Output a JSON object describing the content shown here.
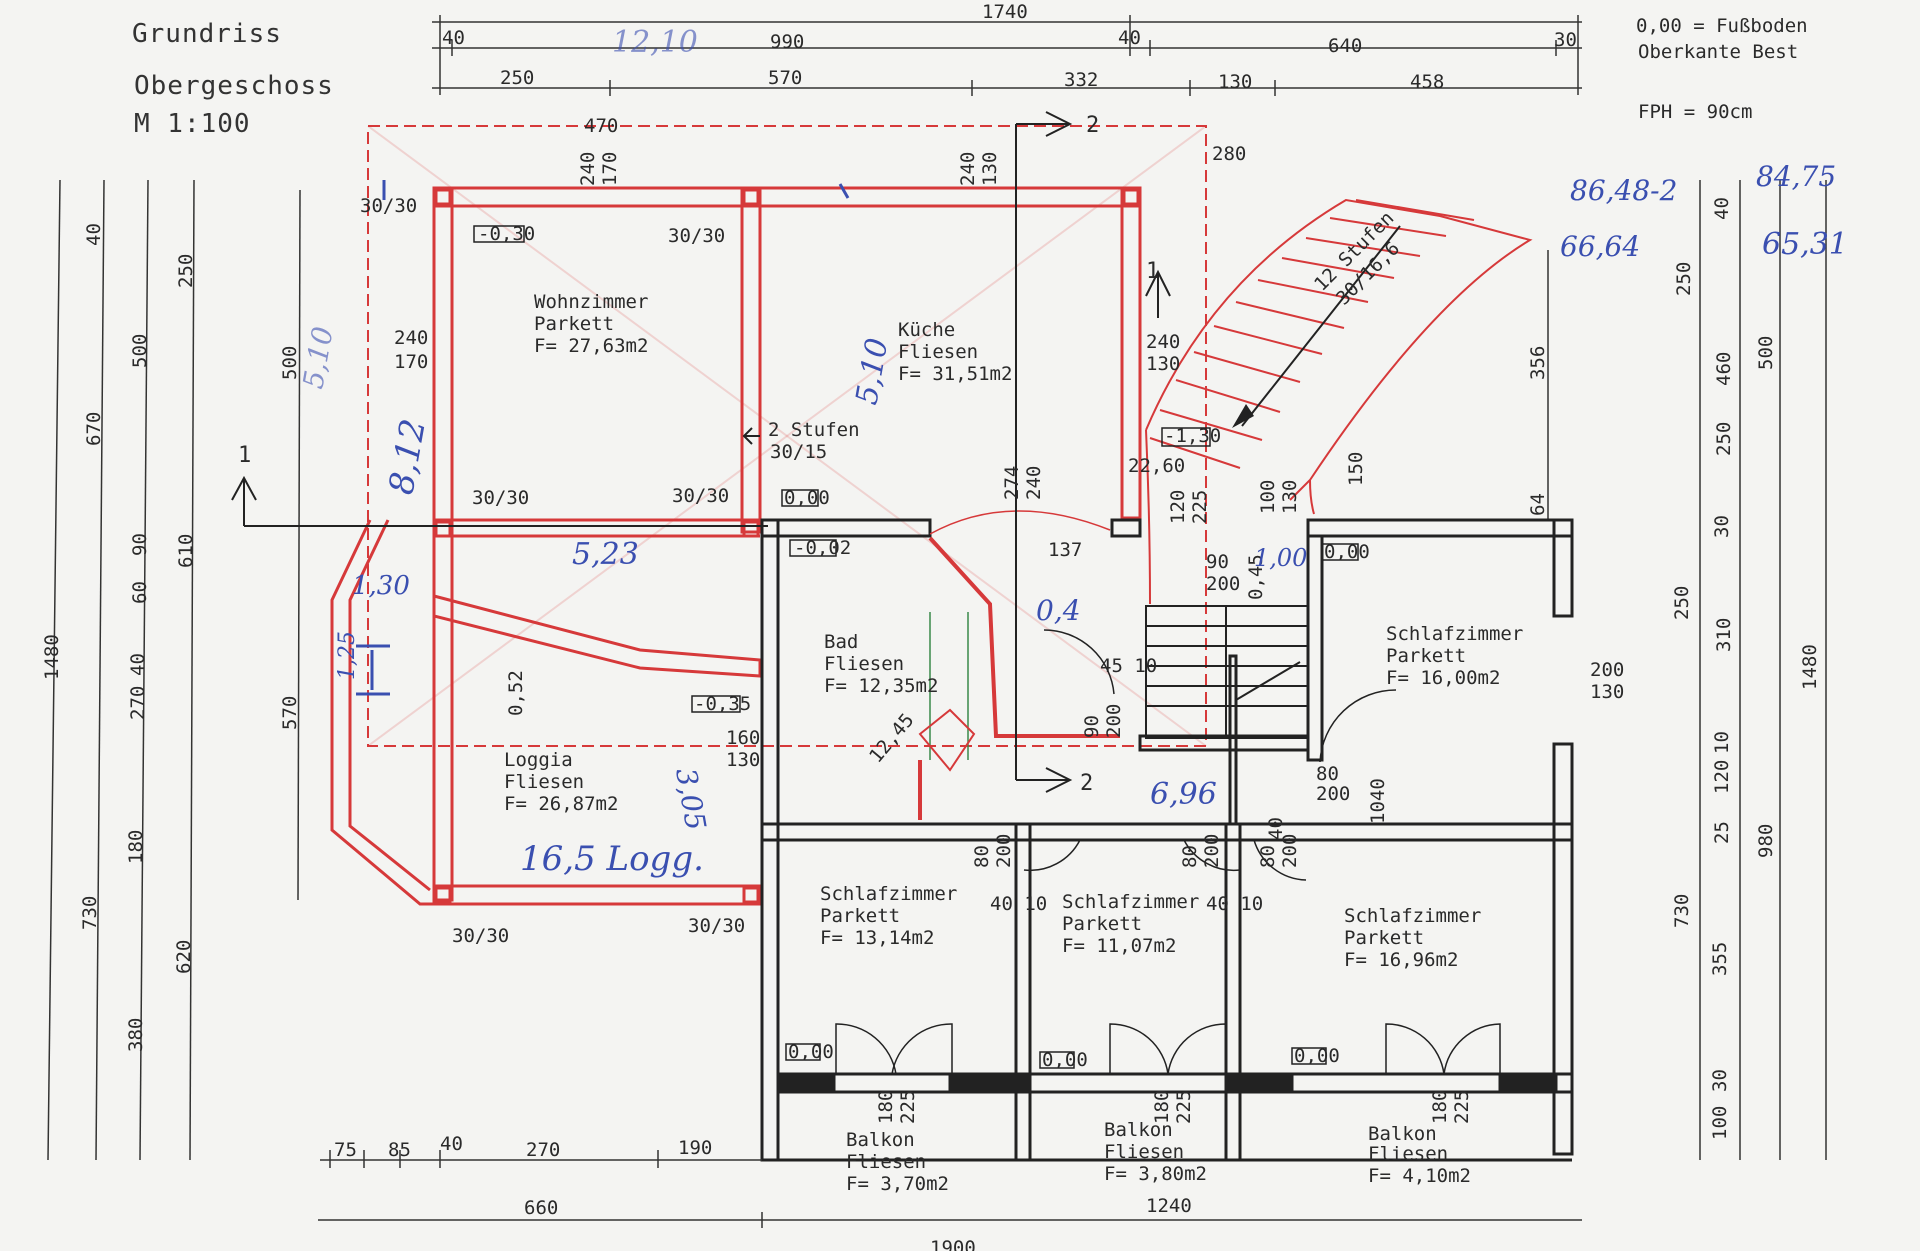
{
  "header": {
    "title": "Grundriss",
    "subtitle": "Obergeschoss",
    "scale": "M 1:100"
  },
  "legend": {
    "line1": "0,00 = Fußboden",
    "line2": "Oberkante Best",
    "fph": "FPH = 90cm"
  },
  "colors": {
    "wall": "#222222",
    "plan_red": "#d6393a",
    "handwriting": "#3a4fb0"
  },
  "dims_top": {
    "total": "1740",
    "row1": [
      "40",
      "990",
      "40",
      "640",
      "30"
    ],
    "row2": [
      "250",
      "570",
      "332",
      "130",
      "458"
    ],
    "d470": "470",
    "d280": "280"
  },
  "dims_bottom": {
    "row1": [
      "75",
      "85",
      "40",
      "270",
      "190"
    ],
    "row2": [
      "660",
      "1240"
    ],
    "total": "1900"
  },
  "dims_left": {
    "total": "1480",
    "col1": [
      "40",
      "670",
      "730"
    ],
    "col2": [
      "500",
      "90",
      "60",
      "40",
      "270",
      "180",
      "380"
    ],
    "col3": [
      "250",
      "610",
      "620"
    ],
    "col4": [
      "500",
      "570"
    ]
  },
  "dims_right": {
    "total": "1480",
    "col1": [
      "356",
      "64",
      "150"
    ],
    "col2": [
      "250",
      "250",
      "730"
    ],
    "col3": [
      "40",
      "460",
      "250",
      "30",
      "310",
      "10",
      "120",
      "25",
      "355",
      "30",
      "100"
    ],
    "col4": [
      "500",
      "980"
    ]
  },
  "rooms": [
    {
      "name": "Wohnzimmer",
      "floor": "Parkett",
      "area": "F= 27,63m2"
    },
    {
      "name": "Küche",
      "floor": "Fliesen",
      "area": "F= 31,51m2"
    },
    {
      "name": "Bad",
      "floor": "Fliesen",
      "area": "F= 12,35m2"
    },
    {
      "name": "Loggia",
      "floor": "Fliesen",
      "area": "F= 26,87m2"
    },
    {
      "name": "Schlafzimmer",
      "floor": "Parkett",
      "area": "F= 16,00m2"
    },
    {
      "name": "Schlafzimmer",
      "floor": "Parkett",
      "area": "F= 13,14m2"
    },
    {
      "name": "Schlafzimmer",
      "floor": "Parkett",
      "area": "F= 11,07m2"
    },
    {
      "name": "Schlafzimmer",
      "floor": "Parkett",
      "area": "F= 16,96m2"
    },
    {
      "name": "Balkon",
      "floor": "Fliesen",
      "area": "F= 3,70m2"
    },
    {
      "name": "Balkon",
      "floor": "Fliesen",
      "area": "F= 3,80m2"
    },
    {
      "name": "Balkon",
      "floor": "Fliesen",
      "area": "F= 4,10m2"
    }
  ],
  "levels": {
    "wohn": "-0,30",
    "kueche": "0,00",
    "bad": "-0,02",
    "loggia": "-0,35",
    "stair": "-1,30",
    "schlaf": "0,00",
    "balkon1": "0,00",
    "balkon2": "0,00",
    "balkon3": "0,00"
  },
  "labels": {
    "section1": "1",
    "section2": "2",
    "stufen": "2 Stufen",
    "stufen_dim": "30/15",
    "stair": "12 Stufen",
    "stair_dim": "30/16,6",
    "col": "30/30",
    "w240": "240",
    "w170": "170",
    "w130": "130",
    "w274": "274",
    "w137": "137",
    "w2260": "22,60",
    "w120": "120",
    "w225": "225",
    "w100": "100",
    "w90": "90",
    "w200": "200",
    "w045": "0,45",
    "w4510": "45 10",
    "w4010": "40 10",
    "w80": "80",
    "w1040": "1040",
    "w40": "40",
    "w160": "160",
    "w1245": "12,45",
    "w052": "0,52",
    "w180": "180",
    "w200b": "200",
    "w130b": "130"
  },
  "handwriting": {
    "h1": "12,10",
    "h2": "5,10",
    "h3": "8,12",
    "h4": "5,10",
    "h5": "5,23",
    "h6": "1,30",
    "h7": "1,25",
    "h8": "3,05",
    "h9": "16,5 Logg.",
    "h10": "0,4",
    "h11": "1,00",
    "h12": "6,96",
    "h13": "86,48-2",
    "h14": "84,75",
    "h15": "66,64",
    "h16": "65,31"
  }
}
